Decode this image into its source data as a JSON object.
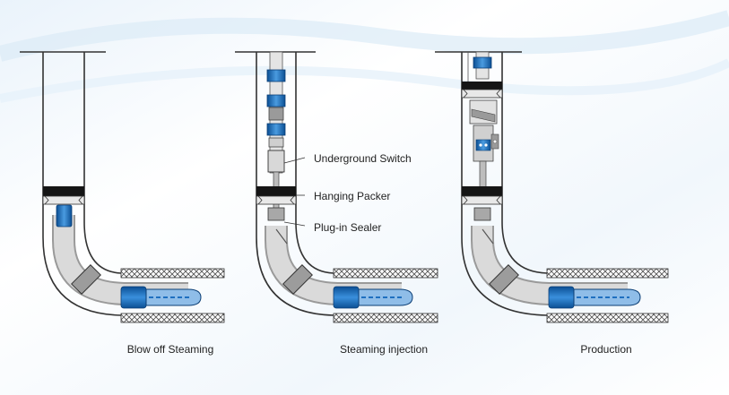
{
  "panels": [
    {
      "caption": "Blow off Steaming"
    },
    {
      "caption": "Steaming injection"
    },
    {
      "caption": "Production"
    }
  ],
  "callouts": {
    "underground_switch": "Underground Switch",
    "hanging_packer": "Hanging Packer",
    "plug_in_sealer": "Plug-in Sealer"
  },
  "colors": {
    "casing_line": "#3a3a3a",
    "packer": "#1a1a1a",
    "pump_blue": "#1e6fc0",
    "pump_light": "#8fbde8",
    "tube_gray": "#d4d4d4",
    "background_accent": "#dcebf7"
  }
}
